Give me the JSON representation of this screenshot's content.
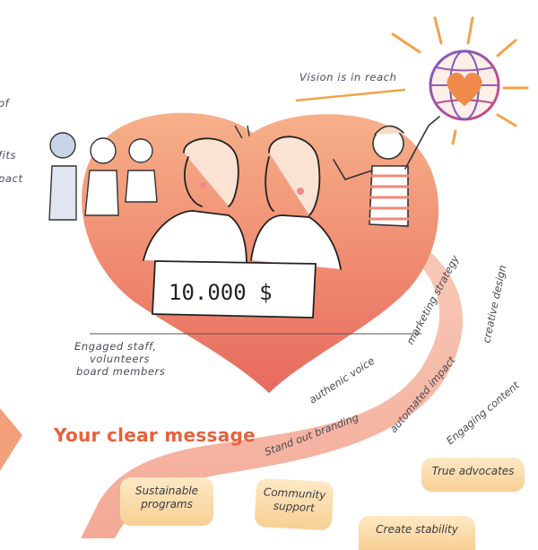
{
  "labels": {
    "vision": "Vision is in reach",
    "check_amount": "10.000 $",
    "staff": [
      "Engaged staff,",
      "volunteers",
      "board members"
    ],
    "headline": "Your clear message",
    "path_labels": {
      "authentic_voice": "authenic voice",
      "marketing_strategy": "marketing strategy",
      "creative_design": "creative design",
      "automated_impact": "automated impact",
      "engaging_content": "Engaging content",
      "branding": "Stand out branding"
    },
    "left_edge": [
      "of",
      "fits",
      "pact"
    ]
  },
  "stickies": {
    "sustainable": [
      "Sustainable",
      "programs"
    ],
    "community": [
      "Community",
      "support"
    ],
    "advocates": "True advocates",
    "stability": "Create stability"
  },
  "colors": {
    "heart_top": "#f2a07a",
    "heart_bottom": "#ea6a5a",
    "road": "#f2a48a",
    "sun": "#f4a24a",
    "globe": "#6a4ea0",
    "headline": "#e8613a",
    "sticky": "#fbe0b0"
  },
  "icons": [
    "globe-heart-icon",
    "sun-rays-icon"
  ]
}
